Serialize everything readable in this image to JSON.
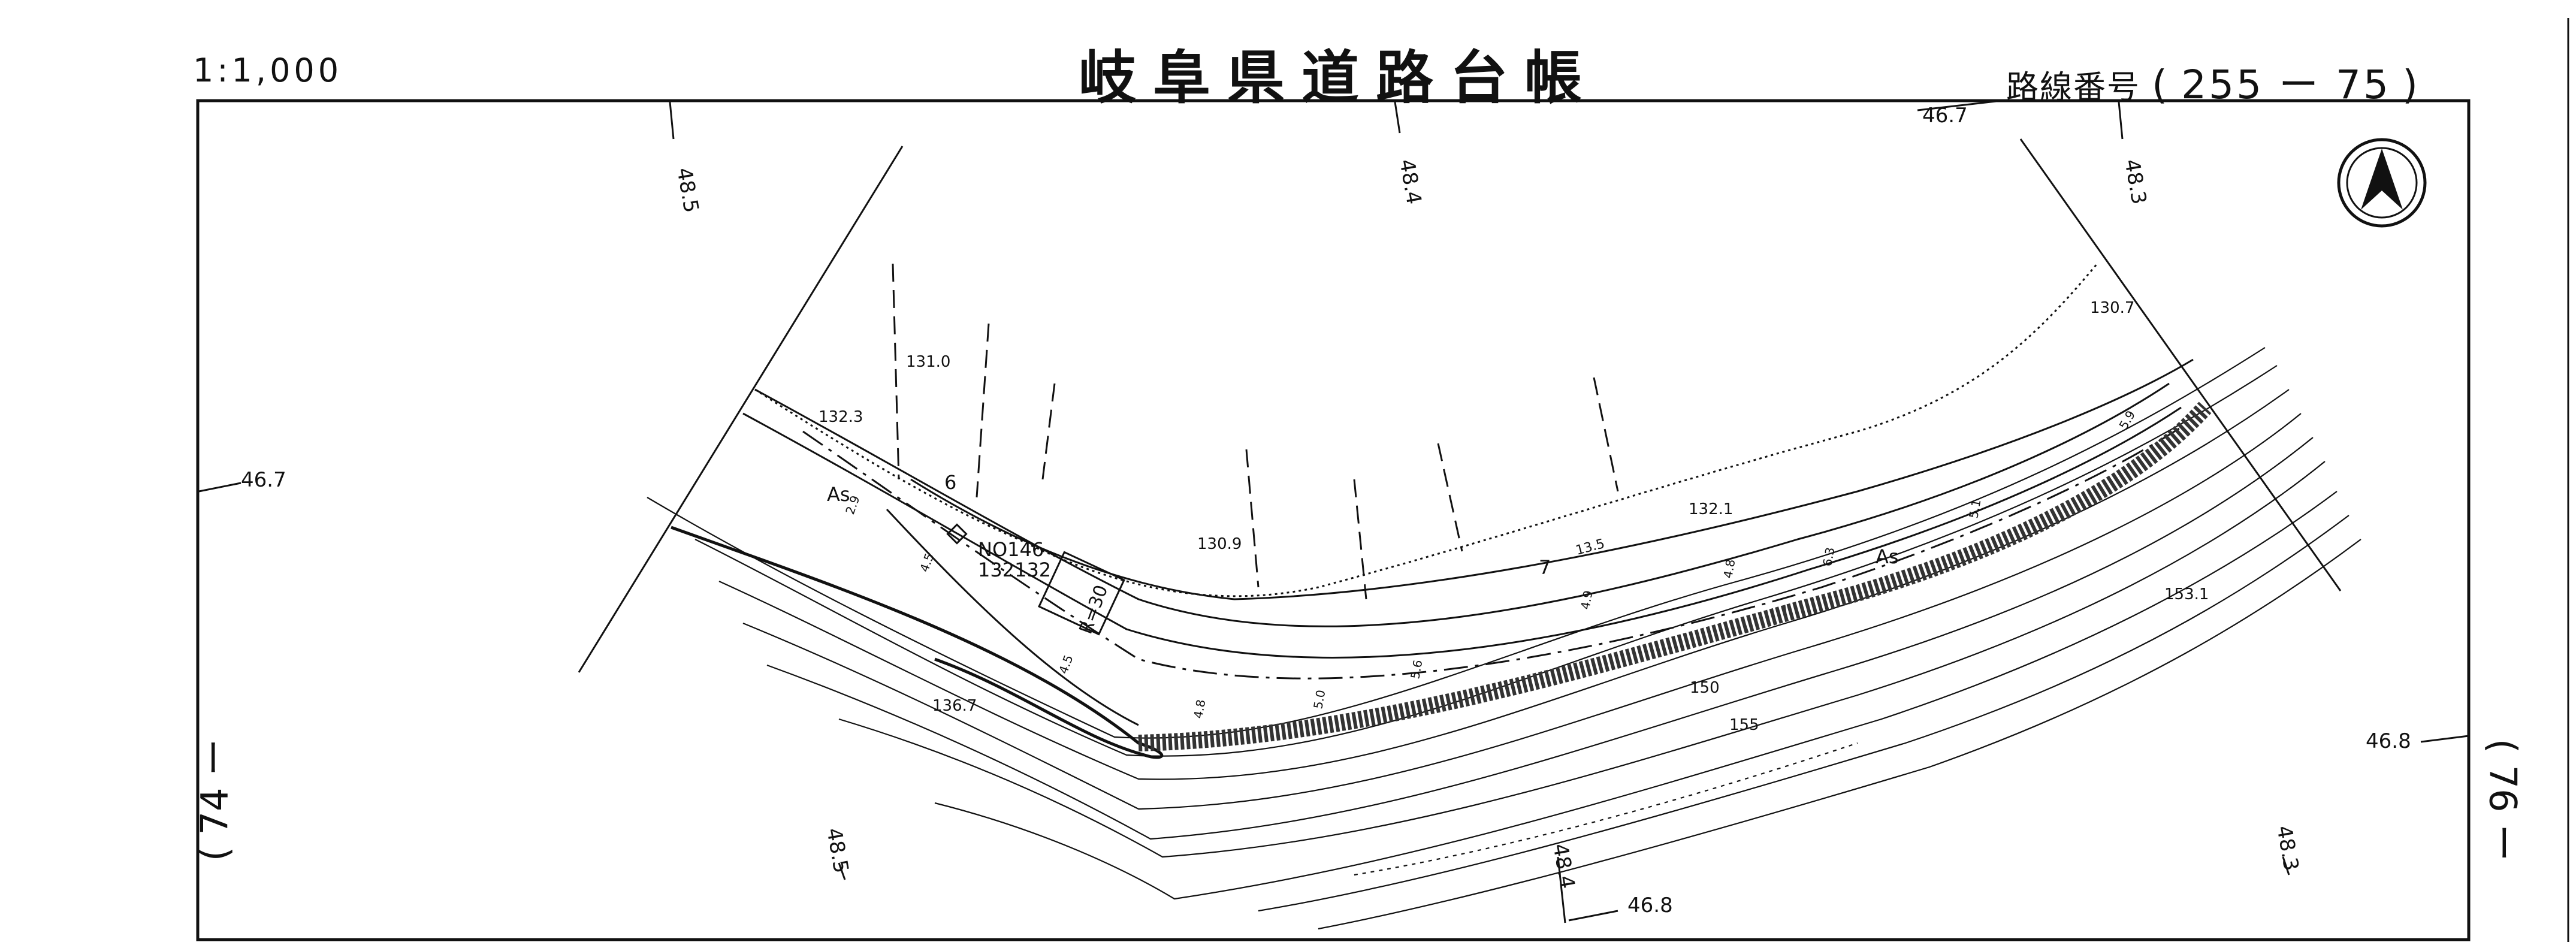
{
  "header": {
    "scale": "1:1,000",
    "title": "岐阜県道路台帳",
    "route_label": "路線番号",
    "route_open": "(",
    "route_number": "255 ー 75",
    "route_close": ")"
  },
  "sheet_refs": {
    "left": "( 74 ー",
    "right": "( 76 ー"
  },
  "north_arrow": "north-arrow-icon",
  "grid_labels": {
    "top_1": "48.5",
    "top_2": "48.4",
    "top_3": "48.3",
    "top_4": "46.7",
    "left": "46.7",
    "right": "46.8",
    "bottom_1": "48.5",
    "bottom_2": "48.4",
    "bottom_3": "48.3",
    "bottom_4": "46.8"
  },
  "elevations": {
    "e1": "131.0",
    "e2": "132.3",
    "e3": "130.9",
    "e4": "132.1",
    "e5": "130.7",
    "e6": "153.1",
    "e7": "136.7"
  },
  "contours": {
    "c150": "150",
    "c155": "155"
  },
  "annotations": {
    "as1": "As",
    "as2": "As",
    "six": "6",
    "seven": "7",
    "benchmark_no": "NO146",
    "benchmark_val": "132132",
    "r30": "R=30",
    "w1": "2.9",
    "w2": "4.5",
    "w3": "4.5",
    "w4": "4.8",
    "w5": "5.0",
    "w6": "5.6",
    "w7": "4.9",
    "w8": "4.8",
    "w9": "6.3",
    "w10": "5.1",
    "w11": "5.9",
    "w12": "13.5"
  }
}
